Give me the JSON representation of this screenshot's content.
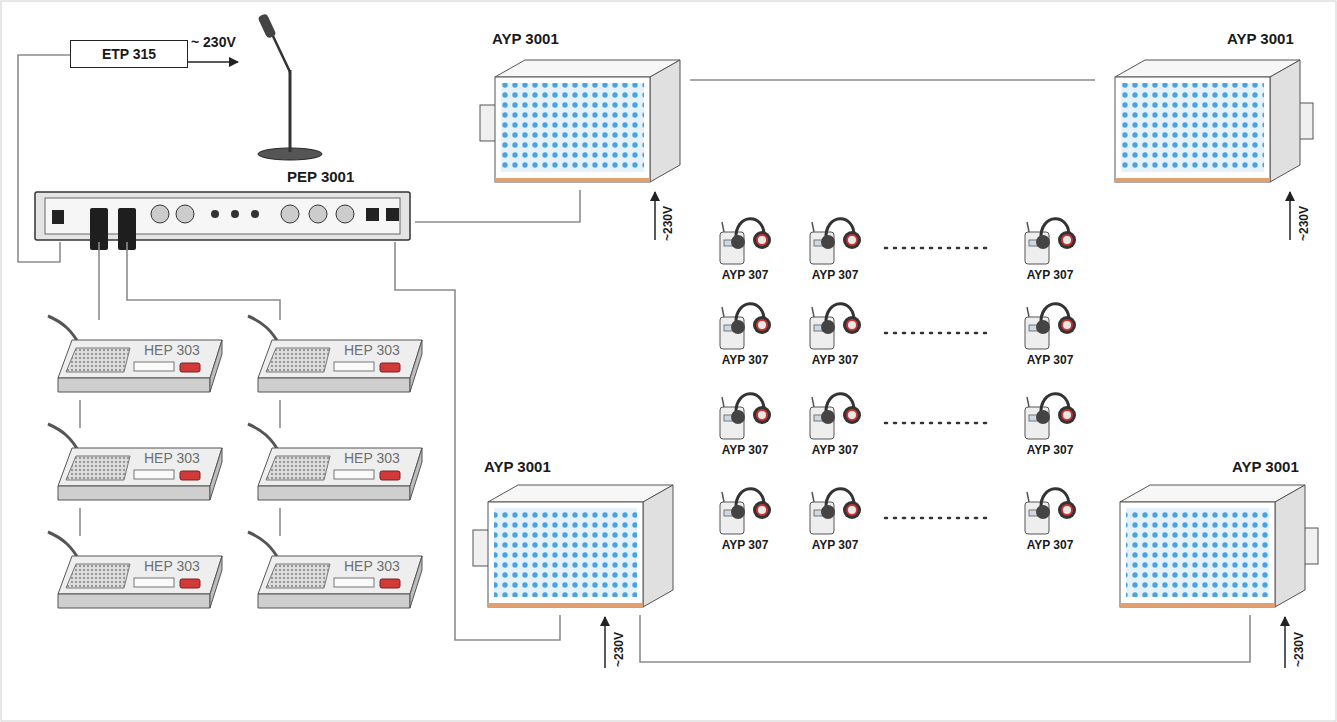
{
  "diagram": {
    "nodes": [
      {
        "text": [
          "ETP 315"
        ]
      },
      {
        "text": [
          "PEP 3001"
        ]
      },
      {
        "text": [
          "HEP 303"
        ]
      },
      {
        "text": [
          "HEP 303"
        ]
      },
      {
        "text": [
          "HEP 303"
        ]
      },
      {
        "text": [
          "HEP 303"
        ]
      },
      {
        "text": [
          "HEP 303"
        ]
      },
      {
        "text": [
          "HEP 303"
        ]
      },
      {
        "text": [
          "AYP 3001"
        ]
      },
      {
        "text": [
          "AYP 3001"
        ]
      },
      {
        "text": [
          "AYP 307"
        ]
      },
      {
        "text": [
          "AYP 307"
        ]
      },
      {
        "text": [
          "AYP 307"
        ]
      },
      {
        "text": [
          "AYP 307"
        ]
      },
      {
        "text": [
          "AYP 307"
        ]
      },
      {
        "text": [
          "AYP 307"
        ]
      },
      {
        "text": [
          "AYP 307"
        ]
      },
      {
        "text": [
          "AYP 307"
        ]
      },
      {
        "text": [
          "AYP 307"
        ]
      },
      {
        "text": [
          "AYP 3001"
        ]
      },
      {
        "text": [
          "AYP 3001"
        ]
      },
      {
        "text": [
          "AYP 307"
        ]
      },
      {
        "text": [
          "AYP 307"
        ]
      },
      {
        "text": [
          "AYP 307"
        ]
      }
    ],
    "edges": [
      {
        "from": 0,
        "to": 1,
        "arrow": "none"
      },
      {
        "from": 1,
        "to": 2,
        "arrow": "none"
      },
      {
        "from": 2,
        "to": 4,
        "arrow": "none"
      },
      {
        "from": 4,
        "to": 6,
        "arrow": "none"
      },
      {
        "from": 1,
        "to": 3,
        "arrow": "none"
      },
      {
        "from": 3,
        "to": 5,
        "arrow": "none"
      },
      {
        "from": 5,
        "to": 7,
        "arrow": "none"
      },
      {
        "from": 1,
        "to": 8,
        "arrow": "none"
      },
      {
        "from": 8,
        "to": 9,
        "arrow": "none"
      },
      {
        "from": 1,
        "to": 19,
        "arrow": "none"
      },
      {
        "from": 19,
        "to": 20,
        "arrow": "none"
      }
    ],
    "labels": [
      "~ 230V",
      "~230V",
      "~230V",
      "~230V",
      "~230V"
    ]
  }
}
